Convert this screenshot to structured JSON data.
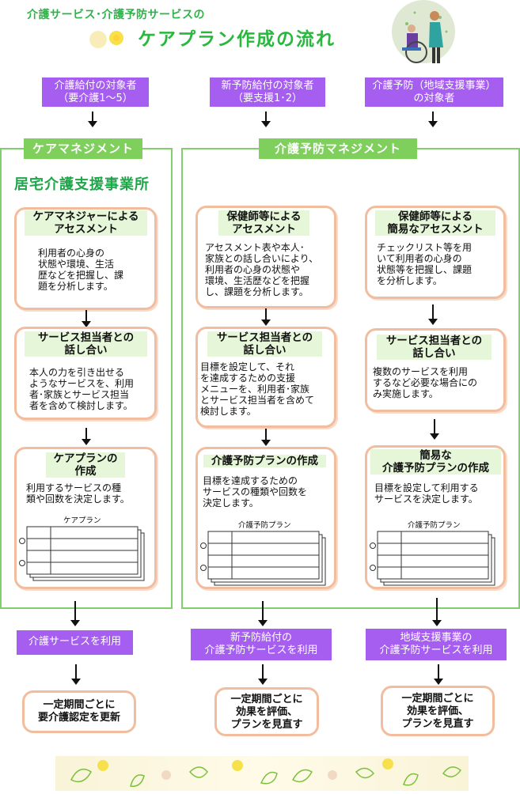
{
  "header": {
    "subtitle": "介護サービス･介護予防サービスの",
    "title": "ケアプラン作成の流れ"
  },
  "targets": {
    "col1": [
      "介護給付の対象者",
      "（要介護1～5）"
    ],
    "col2": [
      "新予防給付の対象者",
      "（要支援1･2）"
    ],
    "col3": [
      "介護予防（地域支援事業）",
      "の対象者"
    ]
  },
  "sections": {
    "care_management": "ケアマネジメント",
    "prevention_management": "介護予防マネジメント",
    "office": "居宅介護支援事業所"
  },
  "col1_cards": [
    {
      "label": [
        "ケアマネジャーによる",
        "アセスメント"
      ],
      "body": [
        "利用者の心身の",
        "状態や環境、生活",
        "歴などを把握し、課",
        "題を分析します。"
      ]
    },
    {
      "label": [
        "サービス担当者との",
        "話し合い"
      ],
      "body": [
        "本人の力を引き出せる",
        "ようなサービスを、利用",
        "者･家族とサービス担当",
        "者を含めて検討します。"
      ]
    },
    {
      "label": [
        "ケアプランの",
        "作成"
      ],
      "body": [
        "利用するサービスの種",
        "類や回数を決定します。"
      ],
      "plan_caption": "ケアプラン"
    }
  ],
  "col2_cards": [
    {
      "label": [
        "保健師等による",
        "アセスメント"
      ],
      "body": [
        "アセスメント表や本人･",
        "家族との話し合いにより、",
        "利用者の心身の状態や",
        "環境、生活歴などを把握",
        "し、課題を分析します。"
      ]
    },
    {
      "label": [
        "サービス担当者との",
        "話し合い"
      ],
      "body": [
        "目標を設定して、それ",
        "を達成するための支援",
        "メニューを、利用者･家族",
        "とサービス担当者を含めて",
        "検討します。"
      ]
    },
    {
      "label": [
        "介護予防プランの作成"
      ],
      "body": [
        "目標を達成するための",
        "サービスの種類や回数を",
        "決定します。"
      ],
      "plan_caption": "介護予防プラン"
    }
  ],
  "col3_cards": [
    {
      "label": [
        "保健師等による",
        "簡易なアセスメント"
      ],
      "body": [
        "チェックリスト等を用",
        "いて利用者の心身の",
        "状態等を把握し、課題",
        "を分析します。"
      ]
    },
    {
      "label": [
        "サービス担当者との",
        "話し合い"
      ],
      "body": [
        "複数のサービスを利用",
        "するなど必要な場合にの",
        "み実施します。"
      ]
    },
    {
      "label": [
        "簡易な",
        "介護予防プランの作成"
      ],
      "body": [
        "目標を設定して利用する",
        "サービスを決定します。"
      ],
      "plan_caption": "介護予防プラン"
    }
  ],
  "outcomes": {
    "col1": [
      "介護サービスを利用"
    ],
    "col2": [
      "新予防給付の",
      "介護予防サービスを利用"
    ],
    "col3": [
      "地域支援事業の",
      "介護予防サービスを利用"
    ]
  },
  "finals": {
    "col1": [
      "一定期間ごとに",
      "要介護認定を更新"
    ],
    "col2": [
      "一定期間ごとに",
      "効果を評価、",
      "プランを見直す"
    ],
    "col3": [
      "一定期間ごとに",
      "効果を評価、",
      "プランを見直す"
    ]
  }
}
